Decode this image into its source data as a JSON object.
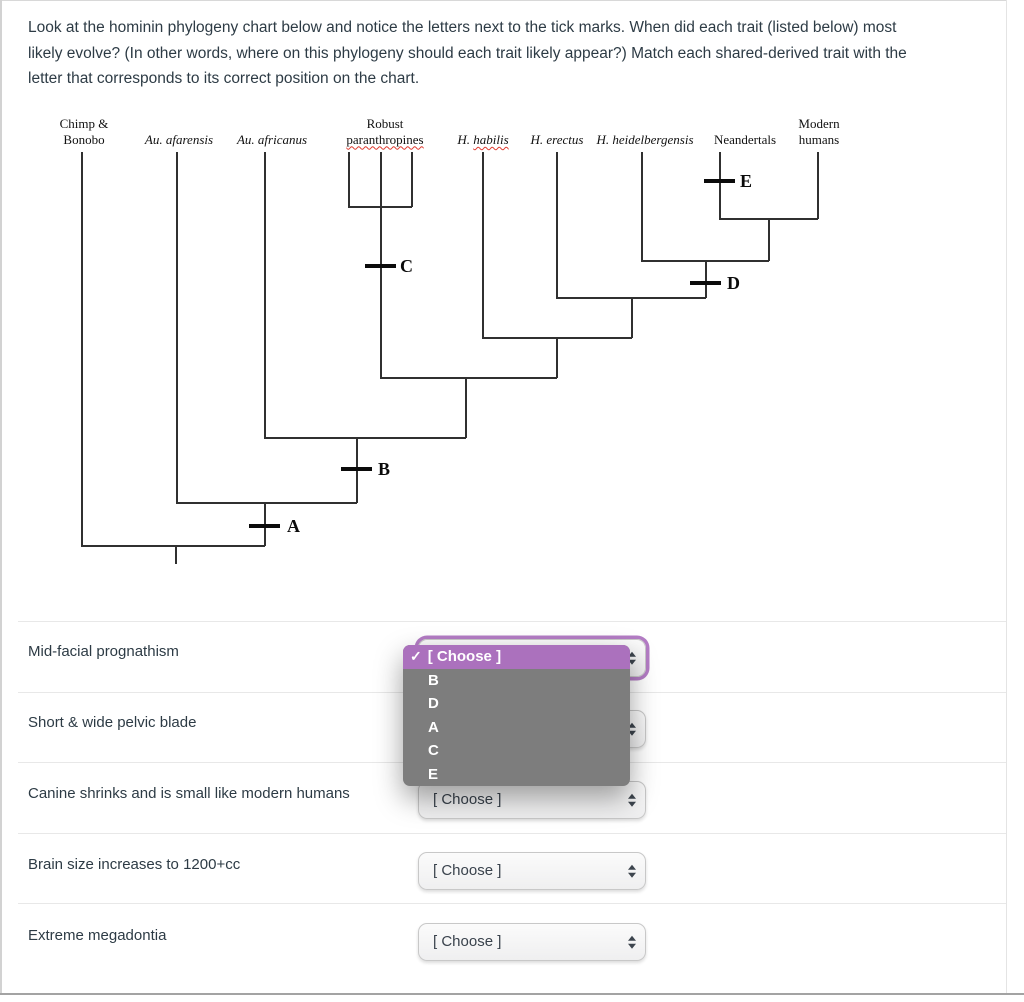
{
  "question": {
    "lines": [
      "Look at the hominin phylogeny chart below and notice the letters next to the tick marks. When did each trait (listed below) most",
      "likely evolve? (In other words, where on this phylogeny should each trait likely appear?) Match each shared-derived trait with the",
      "letter that corresponds to its correct position on the chart."
    ]
  },
  "chart": {
    "taxa": [
      {
        "line1": "Chimp &",
        "line2": "Bonobo"
      },
      {
        "line1": "Au. afarensis"
      },
      {
        "line1": "Au. africanus"
      },
      {
        "line1": "Robust",
        "line2": "paranthropines"
      },
      {
        "pre": "H. ",
        "word": "habilis"
      },
      {
        "line1": "H. erectus"
      },
      {
        "line1": "H. heidelbergensis"
      },
      {
        "line1": "Neandertals"
      },
      {
        "line1": "Modern",
        "line2": "humans"
      }
    ],
    "ticks": [
      {
        "letter": "A"
      },
      {
        "letter": "B"
      },
      {
        "letter": "C"
      },
      {
        "letter": "D"
      },
      {
        "letter": "E"
      }
    ]
  },
  "rows": [
    {
      "trait": "Mid-facial prognathism",
      "select_value": "[ Choose ]"
    },
    {
      "trait": "Short & wide pelvic blade",
      "select_value": "[ Choose ]"
    },
    {
      "trait": "Canine shrinks and is small like modern humans",
      "select_value": "[ Choose ]"
    },
    {
      "trait": "Brain size increases to 1200+cc",
      "select_value": "[ Choose ]"
    },
    {
      "trait": "Extreme megadontia",
      "select_value": "[ Choose ]"
    }
  ],
  "dropdown": {
    "check_icon": "✓",
    "selected_option": "[ Choose ]",
    "options": [
      "B",
      "D",
      "A",
      "C",
      "E"
    ]
  },
  "colors": {
    "accent_purple": "#ab71bd",
    "focus_ring_purple": "#b37cc4",
    "menu_gray": "#7d7d7d",
    "text": "#2d3b45",
    "squiggle_red": "#e0392e"
  }
}
